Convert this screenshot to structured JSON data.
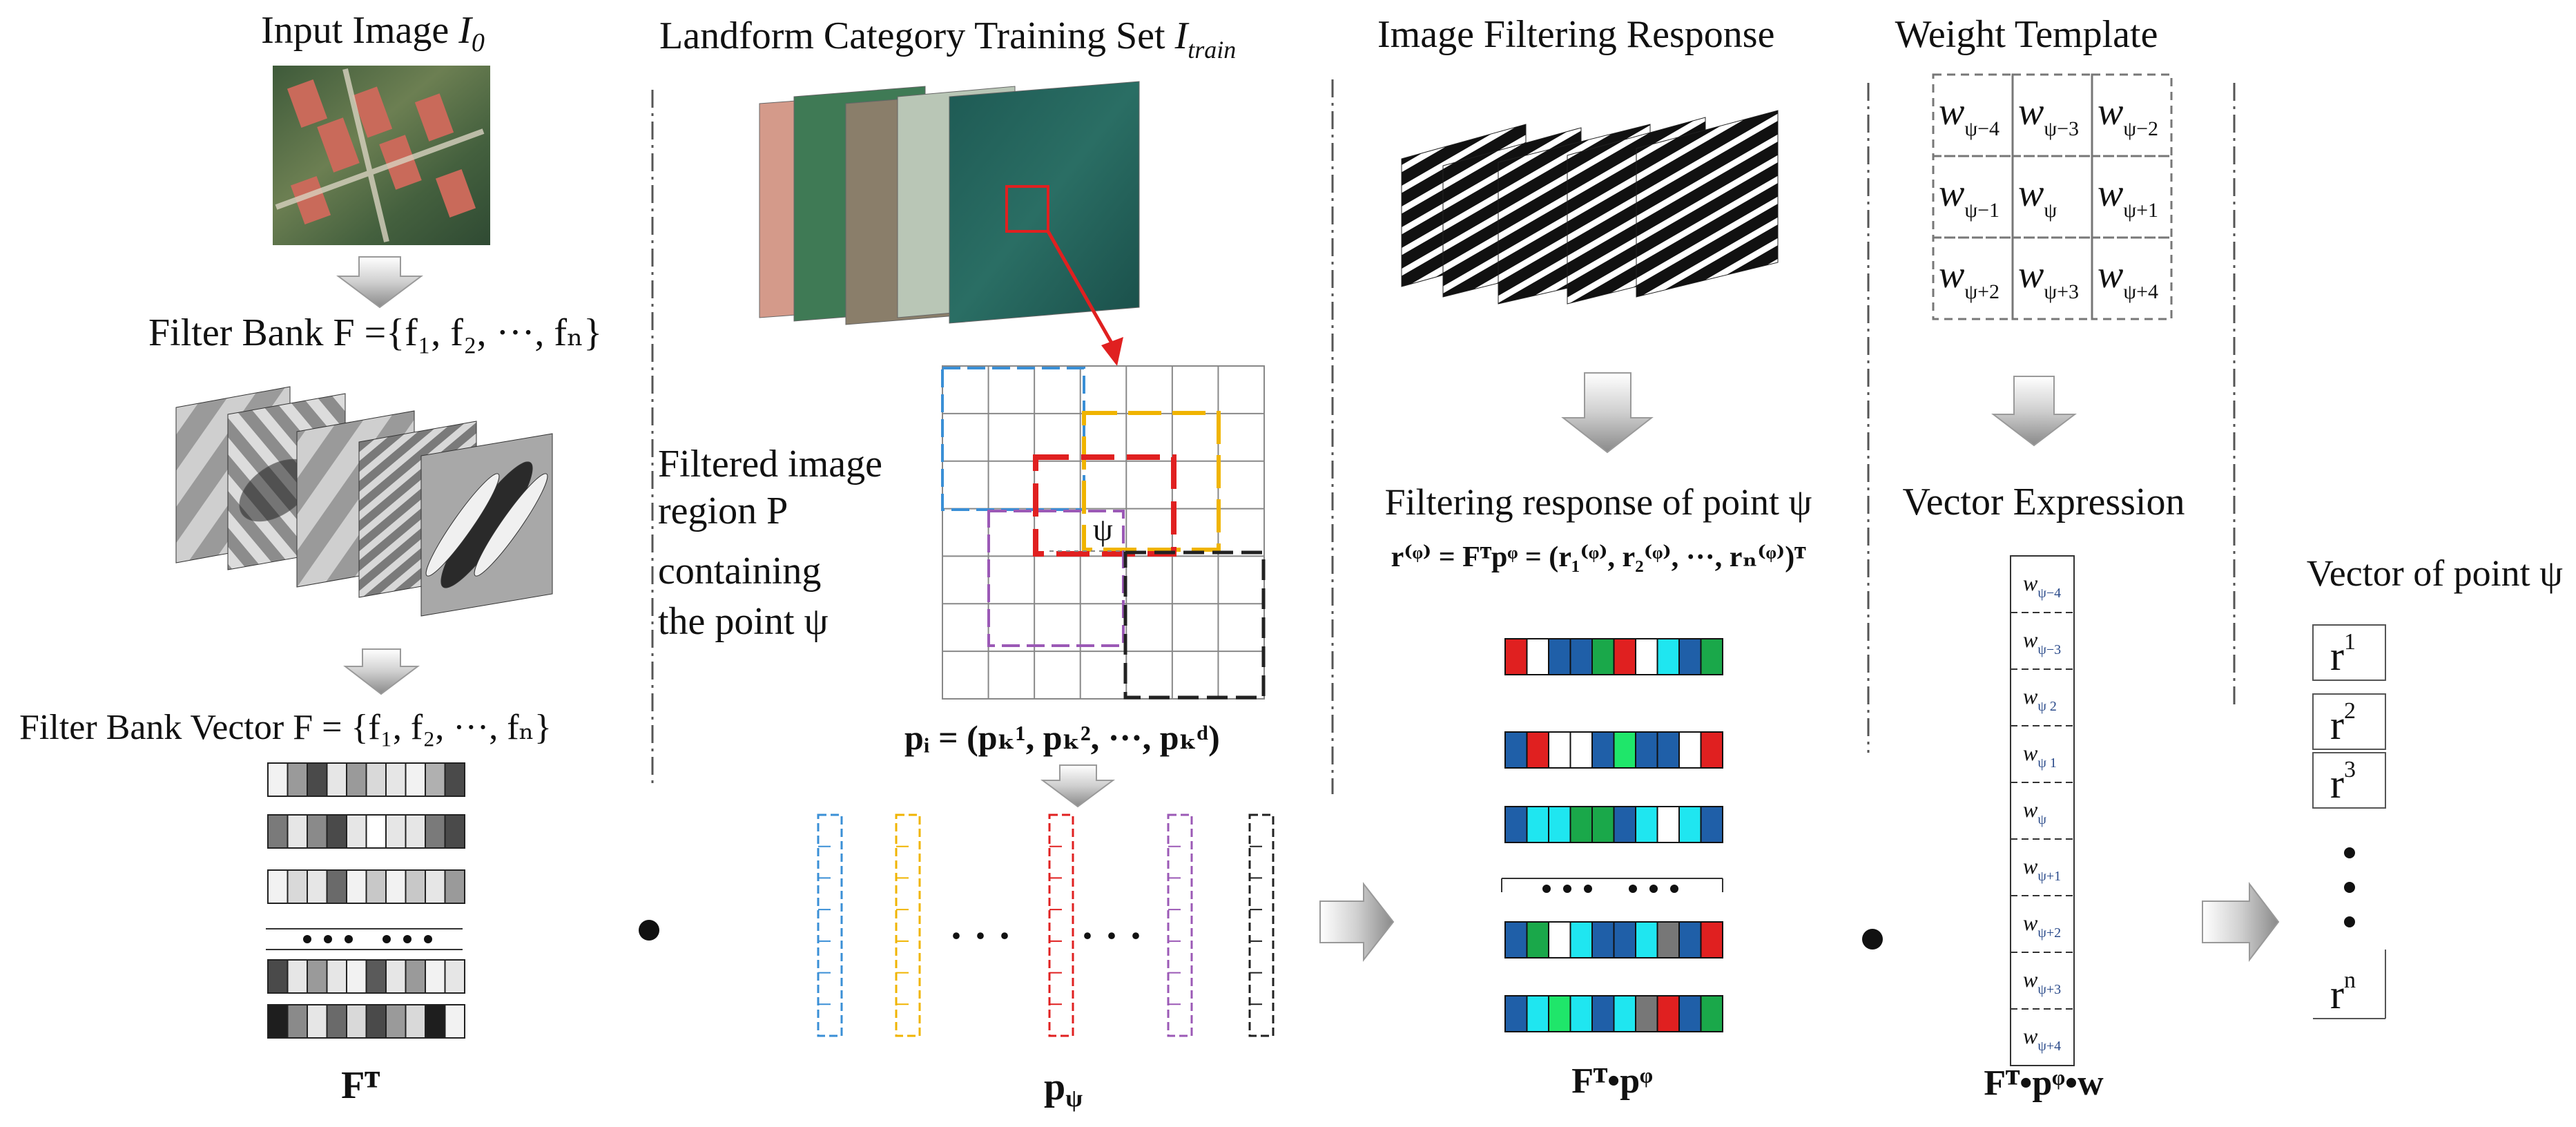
{
  "col1": {
    "title": "Input Image ",
    "title_var": "I",
    "title_sub": "0",
    "filter_bank": "Filter Bank F ={f₁, f₂, ···, fₙ}",
    "filter_bank_vector": "Filter Bank Vector  F = {f₁, f₂, ···, fₙ}",
    "bottom_label": "Fᵀ",
    "rows": [
      [
        "#f2f2f2",
        "#9a9a9a",
        "#4a4a4a",
        "#e6e6e6",
        "#9a9a9a",
        "#d9d9d9",
        "#e6e6e6",
        "#f2f2f2",
        "#b0b0b0",
        "#4a4a4a"
      ],
      [
        "#7a7a7a",
        "#e6e6e6",
        "#8a8a8a",
        "#4a4a4a",
        "#e6e6e6",
        "#ffffff",
        "#e6e6e6",
        "#e6e6e6",
        "#7a7a7a",
        "#4a4a4a"
      ],
      [
        "#f2f2f2",
        "#d9d9d9",
        "#e6e6e6",
        "#6a6a6a",
        "#f2f2f2",
        "#c8c8c8",
        "#f2f2f2",
        "#c8c8c8",
        "#e6e6e6",
        "#9a9a9a"
      ],
      [
        "#4a4a4a",
        "#e6e6e6",
        "#9a9a9a",
        "#e6e6e6",
        "#f2f2f2",
        "#5a5a5a",
        "#e6e6e6",
        "#9a9a9a",
        "#f2f2f2",
        "#e6e6e6"
      ],
      [
        "#1e1e1e",
        "#8a8a8a",
        "#e6e6e6",
        "#6a6a6a",
        "#d9d9d9",
        "#4a4a4a",
        "#9a9a9a",
        "#d9d9d9",
        "#1e1e1e",
        "#f2f2f2"
      ]
    ]
  },
  "col2": {
    "title": "Landform Category Training Set ",
    "title_var": "I",
    "title_sub": "train",
    "region_lines": [
      "Filtered image",
      "region P",
      "containing",
      "the point  ψ"
    ],
    "psi": "ψ",
    "pi_formula": "pᵢ = (pₖ¹, pₖ², ···, pₖᵈ)",
    "ellipsis": "· · ·",
    "bottom_label": "p",
    "bottom_sub": "ψ",
    "vector_colors": [
      "#3a8fd6",
      "#f0b400",
      "#e02020",
      "#9b59b6",
      "#222222"
    ]
  },
  "col3": {
    "title": "Image Filtering Response",
    "response_title": "Filtering response of point ψ",
    "response_formula": "r⁽ᵠ⁾ = Fᵀpᵠ = (r₁⁽ᵠ⁾, r₂⁽ᵠ⁾, ···, rₙ⁽ᵠ⁾)ᵀ",
    "bottom_label": "Fᵀ•pᵠ",
    "rows": [
      [
        "#e02020",
        "#ffffff",
        "#1f5fa8",
        "#1f5fa8",
        "#1aa84a",
        "#e02020",
        "#ffffff",
        "#1fe6f0",
        "#1f5fa8",
        "#1aa84a"
      ],
      [
        "#1f5fa8",
        "#e02020",
        "#ffffff",
        "#ffffff",
        "#1f5fa8",
        "#1fe66a",
        "#1f5fa8",
        "#1f5fa8",
        "#ffffff",
        "#e02020"
      ],
      [
        "#1f5fa8",
        "#1fe6f0",
        "#1fe6f0",
        "#1aa84a",
        "#1aa84a",
        "#1f5fa8",
        "#1fe6f0",
        "#ffffff",
        "#1fe6f0",
        "#1f5fa8"
      ],
      [
        "#1f5fa8",
        "#1aa84a",
        "#ffffff",
        "#1fe6f0",
        "#1f5fa8",
        "#1f5fa8",
        "#1fe6f0",
        "#777777",
        "#1f5fa8",
        "#e02020"
      ],
      [
        "#1f5fa8",
        "#1fe6f0",
        "#1fe66a",
        "#1fe6f0",
        "#1f5fa8",
        "#1fe6f0",
        "#777777",
        "#e02020",
        "#1f5fa8",
        "#1aa84a"
      ]
    ]
  },
  "col4": {
    "title": "Weight Template",
    "grid": [
      [
        "w",
        "ψ−4"
      ],
      [
        "w",
        "ψ−3"
      ],
      [
        "w",
        "ψ−2"
      ],
      [
        "w",
        "ψ−1"
      ],
      [
        "w",
        "ψ"
      ],
      [
        "w",
        "ψ+1"
      ],
      [
        "w",
        "ψ+2"
      ],
      [
        "w",
        "ψ+3"
      ],
      [
        "w",
        "ψ+4"
      ]
    ],
    "vector_title": "Vector Expression",
    "vector_cells": [
      "ψ−4",
      "ψ−3",
      "ψ 2",
      "ψ 1",
      "ψ",
      "ψ+1",
      "ψ+2",
      "ψ+3",
      "ψ+4"
    ],
    "bottom_label": "Fᵀ•pᵠ•w"
  },
  "col5": {
    "title": "Vector of point ψ",
    "cells": [
      [
        "r",
        "1"
      ],
      [
        "r",
        "2"
      ],
      [
        "r",
        "3"
      ],
      [
        "r",
        "n"
      ]
    ]
  },
  "colors": {
    "arrow_red": "#e02020",
    "region_blue": "#3a8fd6",
    "region_yellow": "#f0b400",
    "region_red": "#e02020",
    "region_purple": "#9b59b6",
    "region_black": "#222222"
  }
}
